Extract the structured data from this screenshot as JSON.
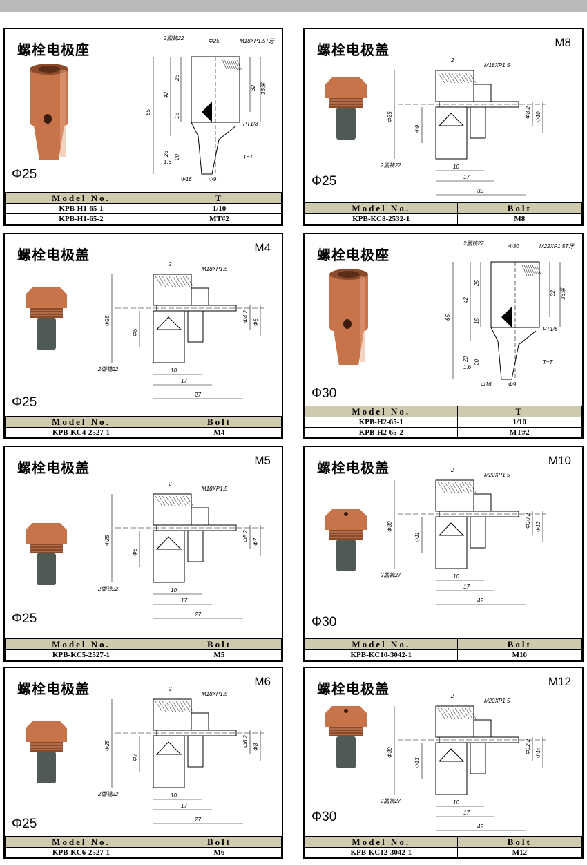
{
  "cards": [
    {
      "id": "kpb-h1",
      "title": "螺栓电极座",
      "size": "",
      "phi": "Φ25",
      "kind": "seat",
      "table": {
        "h1": "Model No.",
        "h2": "T",
        "rows": [
          [
            "KPB-H1-65-1",
            "1/10"
          ],
          [
            "KPB-H1-65-2",
            "MT#2"
          ]
        ]
      },
      "dims": [
        "Φ25",
        "M18XP1.5T牙",
        "2面铣22",
        "65",
        "42",
        "25",
        "15",
        "23",
        "20",
        "32",
        "36深",
        "PT1/8",
        "T=T",
        "Φ16",
        "Φ9",
        "1.6"
      ]
    },
    {
      "id": "kpb-kc8",
      "title": "螺栓电极盖",
      "size": "M8",
      "phi": "Φ25",
      "kind": "cap",
      "table": {
        "h1": "Model No.",
        "h2": "Bolt",
        "rows": [
          [
            "KPB-KC8-2532-1",
            "M8"
          ]
        ]
      },
      "dims": [
        "2",
        "M18XP1.5",
        "Φ25",
        "Φ9",
        "Φ8.2",
        "Φ10",
        "10",
        "17",
        "32",
        "2面铣22"
      ]
    },
    {
      "id": "kpb-kc4",
      "title": "螺栓电极盖",
      "size": "M4",
      "phi": "Φ25",
      "kind": "cap",
      "table": {
        "h1": "Model No.",
        "h2": "Bolt",
        "rows": [
          [
            "KPB-KC4-2527-1",
            "M4"
          ]
        ]
      },
      "dims": [
        "2",
        "M18XP1.5",
        "Φ25",
        "Φ5",
        "Φ4.2",
        "Φ6",
        "10",
        "17",
        "27",
        "2面铣22"
      ]
    },
    {
      "id": "kpb-h2",
      "title": "螺栓电极座",
      "size": "",
      "phi": "Φ30",
      "kind": "seat",
      "table": {
        "h1": "Model No.",
        "h2": "T",
        "rows": [
          [
            "KPB-H2-65-1",
            "1/10"
          ],
          [
            "KPB-H2-65-2",
            "MT#2"
          ]
        ]
      },
      "dims": [
        "Φ30",
        "M22XP1.5T牙",
        "2面铣27",
        "65",
        "42",
        "25",
        "15",
        "23",
        "20",
        "32",
        "36深",
        "PT1/8",
        "T=T",
        "Φ16",
        "Φ9",
        "1.6"
      ]
    },
    {
      "id": "kpb-kc5",
      "title": "螺栓电极盖",
      "size": "M5",
      "phi": "Φ25",
      "kind": "cap",
      "table": {
        "h1": "Model No.",
        "h2": "Bolt",
        "rows": [
          [
            "KPB-KC5-2527-1",
            "M5"
          ]
        ]
      },
      "dims": [
        "2",
        "M18XP1.5",
        "Φ25",
        "Φ6",
        "Φ5.2",
        "Φ7",
        "10",
        "17",
        "27",
        "2面铣22"
      ]
    },
    {
      "id": "kpb-kc10",
      "title": "螺栓电极盖",
      "size": "M10",
      "phi": "Φ30",
      "kind": "cap",
      "table": {
        "h1": "Model No.",
        "h2": "Bolt",
        "rows": [
          [
            "KPB-KC10-3042-1",
            "M10"
          ]
        ]
      },
      "dims": [
        "2",
        "M22XP1.5",
        "Φ30",
        "Φ11",
        "Φ10.2",
        "Φ13",
        "10",
        "17",
        "42",
        "2面铣27"
      ]
    },
    {
      "id": "kpb-kc6",
      "title": "螺栓电极盖",
      "size": "M6",
      "phi": "Φ25",
      "kind": "cap",
      "table": {
        "h1": "Model No.",
        "h2": "Bolt",
        "rows": [
          [
            "KPB-KC6-2527-1",
            "M6"
          ]
        ]
      },
      "dims": [
        "2",
        "M18XP1.5",
        "Φ25",
        "Φ7",
        "Φ6.2",
        "Φ8",
        "10",
        "17",
        "27",
        "2面铣22"
      ]
    },
    {
      "id": "kpb-kc12",
      "title": "螺栓电极盖",
      "size": "M12",
      "phi": "Φ30",
      "kind": "cap",
      "table": {
        "h1": "Model No.",
        "h2": "Bolt",
        "rows": [
          [
            "KPB-KC12-3042-1",
            "M12"
          ]
        ]
      },
      "dims": [
        "2",
        "M22XP1.5",
        "Φ30",
        "Φ13",
        "Φ12.2",
        "Φ14",
        "10",
        "17",
        "42",
        "2面铣27"
      ]
    }
  ],
  "colors": {
    "copper": "#c8744a",
    "copper_dark": "#8c4a2a",
    "electrode": "#4f5a55",
    "table_header": "#cfc9ae"
  }
}
